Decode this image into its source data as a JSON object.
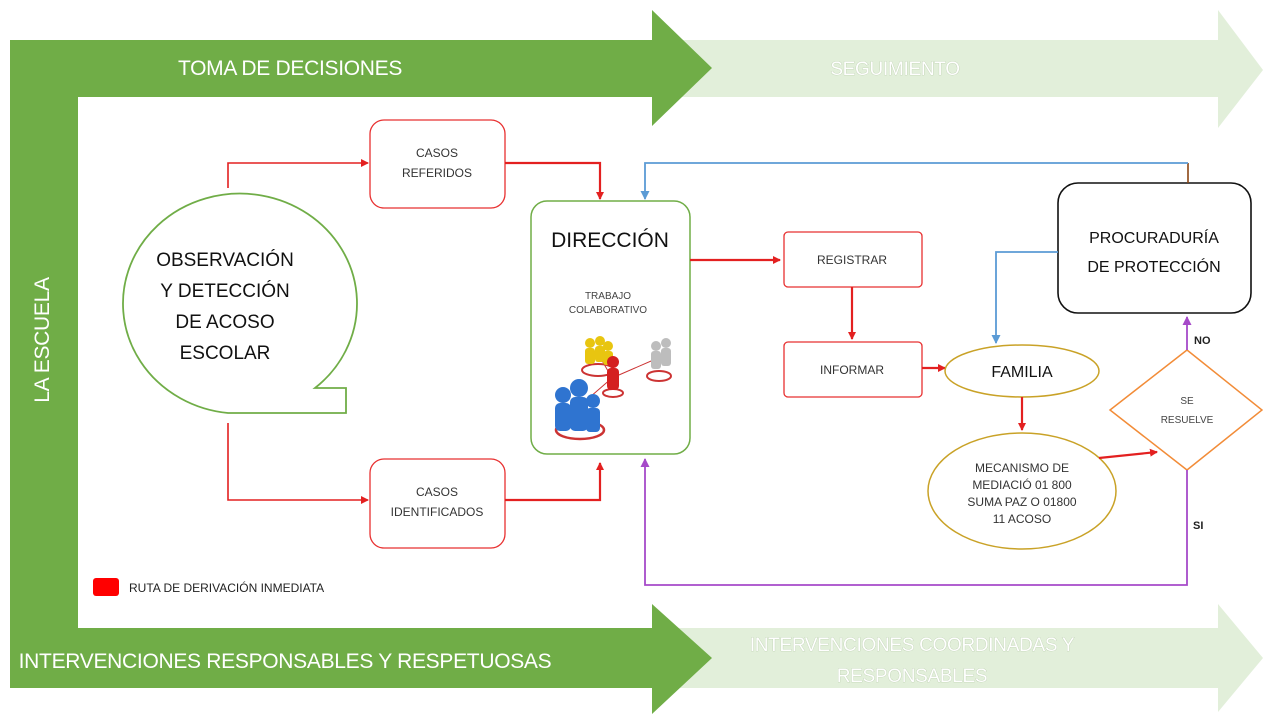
{
  "bands": {
    "top_left": "TOMA DE DECISIONES",
    "top_right": "SEGUIMIENTO",
    "side": "LA ESCUELA",
    "bottom_left": "INTERVENCIONES RESPONSABLES Y RESPETUOSAS",
    "bottom_right_line1": "INTERVENCIONES COORDINADAS Y",
    "bottom_right_line2": "RESPONSABLES"
  },
  "nodes": {
    "observacion": [
      "OBSERVACIÓN",
      "Y DETECCIÓN",
      "DE ACOSO",
      "ESCOLAR"
    ],
    "casos_referidos": [
      "CASOS",
      "REFERIDOS"
    ],
    "casos_identificados": [
      "CASOS",
      "IDENTIFICADOS"
    ],
    "direccion_title": "DIRECCIÓN",
    "direccion_sub": [
      "TRABAJO",
      "COLABORATIVO"
    ],
    "registrar": "REGISTRAR",
    "informar": "INFORMAR",
    "familia": "FAMILIA",
    "mecanismo": [
      "MECANISMO DE",
      "MEDIACIÓ 01 800",
      "SUMA PAZ O 01800",
      "11 ACOSO"
    ],
    "procuraduria": [
      "PROCURADURÍA",
      "DE PROTECCIÓN"
    ],
    "decision": [
      "SE",
      "RESUELVE"
    ],
    "no_label": "NO",
    "si_label": "SI"
  },
  "legend": {
    "label": "RUTA DE DERIVACIÓN INMEDIATA",
    "color": "#ff0000"
  },
  "colors": {
    "band_green": "#70ad47",
    "band_light": "#e2efda",
    "red_line": "#e32020",
    "blue_line": "#5b9bd5",
    "purple_line": "#a64ac9",
    "direccion_border": "#70ad47",
    "oval_border": "#c9a227"
  }
}
